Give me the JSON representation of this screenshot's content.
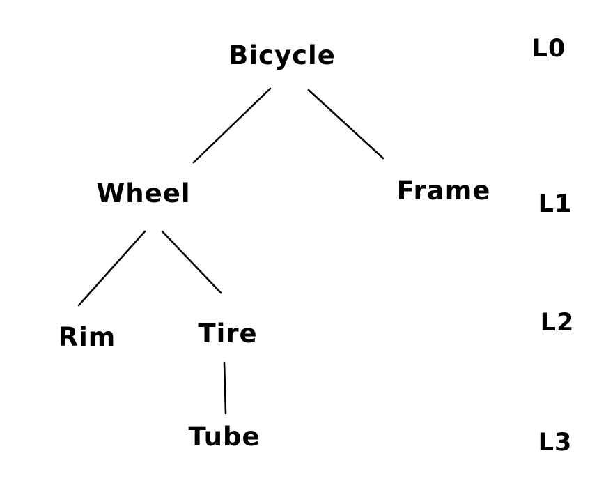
{
  "canvas": {
    "background_color": "#ffffff",
    "ink_color": "#000000"
  },
  "tree": {
    "nodes": [
      {
        "id": "bicycle",
        "label": "Bicycle",
        "level": "L0"
      },
      {
        "id": "wheel",
        "label": "Wheel",
        "level": "L1"
      },
      {
        "id": "frame",
        "label": "Frame",
        "level": "L1"
      },
      {
        "id": "rim",
        "label": "Rim",
        "level": "L2"
      },
      {
        "id": "tire",
        "label": "Tire",
        "level": "L2"
      },
      {
        "id": "tube",
        "label": "Tube",
        "level": "L3"
      }
    ],
    "edges": [
      {
        "from": "Bicycle",
        "to": "Wheel"
      },
      {
        "from": "Bicycle",
        "to": "Frame"
      },
      {
        "from": "Wheel",
        "to": "Rim"
      },
      {
        "from": "Wheel",
        "to": "Tire"
      },
      {
        "from": "Tire",
        "to": "Tube"
      }
    ],
    "level_labels": [
      "L0",
      "L1",
      "L2",
      "L3"
    ]
  }
}
